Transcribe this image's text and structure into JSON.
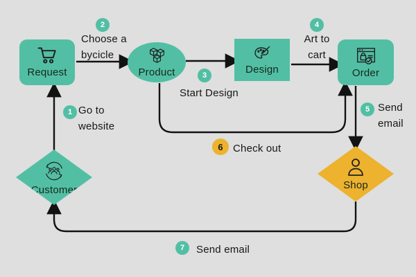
{
  "canvas": {
    "background": "#dedfde",
    "connector_color": "#121212"
  },
  "colors": {
    "teal": "#52bfa4",
    "yellow": "#edb22e",
    "badge_text": "#ffffff",
    "text_dark": "#161616"
  },
  "nodes": [
    {
      "id": "request",
      "label": "Request",
      "shape": "rounded-rect",
      "icon": "shopping-cart-icon",
      "color": "#52bfa4"
    },
    {
      "id": "product",
      "label": "Product",
      "shape": "ellipse",
      "icon": "packages-icon",
      "color": "#52bfa4"
    },
    {
      "id": "design",
      "label": "Design",
      "shape": "rect",
      "icon": "palette-icon",
      "color": "#52bfa4"
    },
    {
      "id": "order",
      "label": "Order",
      "shape": "rounded-rect",
      "icon": "order-window-icon",
      "color": "#52bfa4"
    },
    {
      "id": "customer",
      "label": "Customer",
      "shape": "diamond",
      "icon": "customers-icon",
      "color": "#52bfa4"
    },
    {
      "id": "shop",
      "label": "Shop",
      "shape": "diamond",
      "icon": "person-icon",
      "color": "#edb22e"
    }
  ],
  "steps": [
    {
      "num": "1",
      "text": "Go to\nwebsite",
      "badge_color": "#52bfa4"
    },
    {
      "num": "2",
      "text": "Choose a\nbycicle",
      "badge_color": "#52bfa4"
    },
    {
      "num": "3",
      "text": "Start Design",
      "badge_color": "#52bfa4"
    },
    {
      "num": "4",
      "text": "Art to\ncart",
      "badge_color": "#52bfa4"
    },
    {
      "num": "5",
      "text": "Send\nemail",
      "badge_color": "#52bfa4"
    },
    {
      "num": "6",
      "text": "Check out",
      "badge_color": "#edb22e"
    },
    {
      "num": "7",
      "text": "Send email",
      "badge_color": "#52bfa4"
    }
  ],
  "edges": [
    {
      "from": "customer",
      "to": "request",
      "step": "1"
    },
    {
      "from": "request",
      "to": "product",
      "step": "2"
    },
    {
      "from": "product",
      "to": "design",
      "step": "3"
    },
    {
      "from": "design",
      "to": "order",
      "step": "4"
    },
    {
      "from": "order",
      "to": "shop",
      "step": "5"
    },
    {
      "from": "product",
      "to": "order",
      "step": "6"
    },
    {
      "from": "shop",
      "to": "customer",
      "step": "7"
    }
  ]
}
